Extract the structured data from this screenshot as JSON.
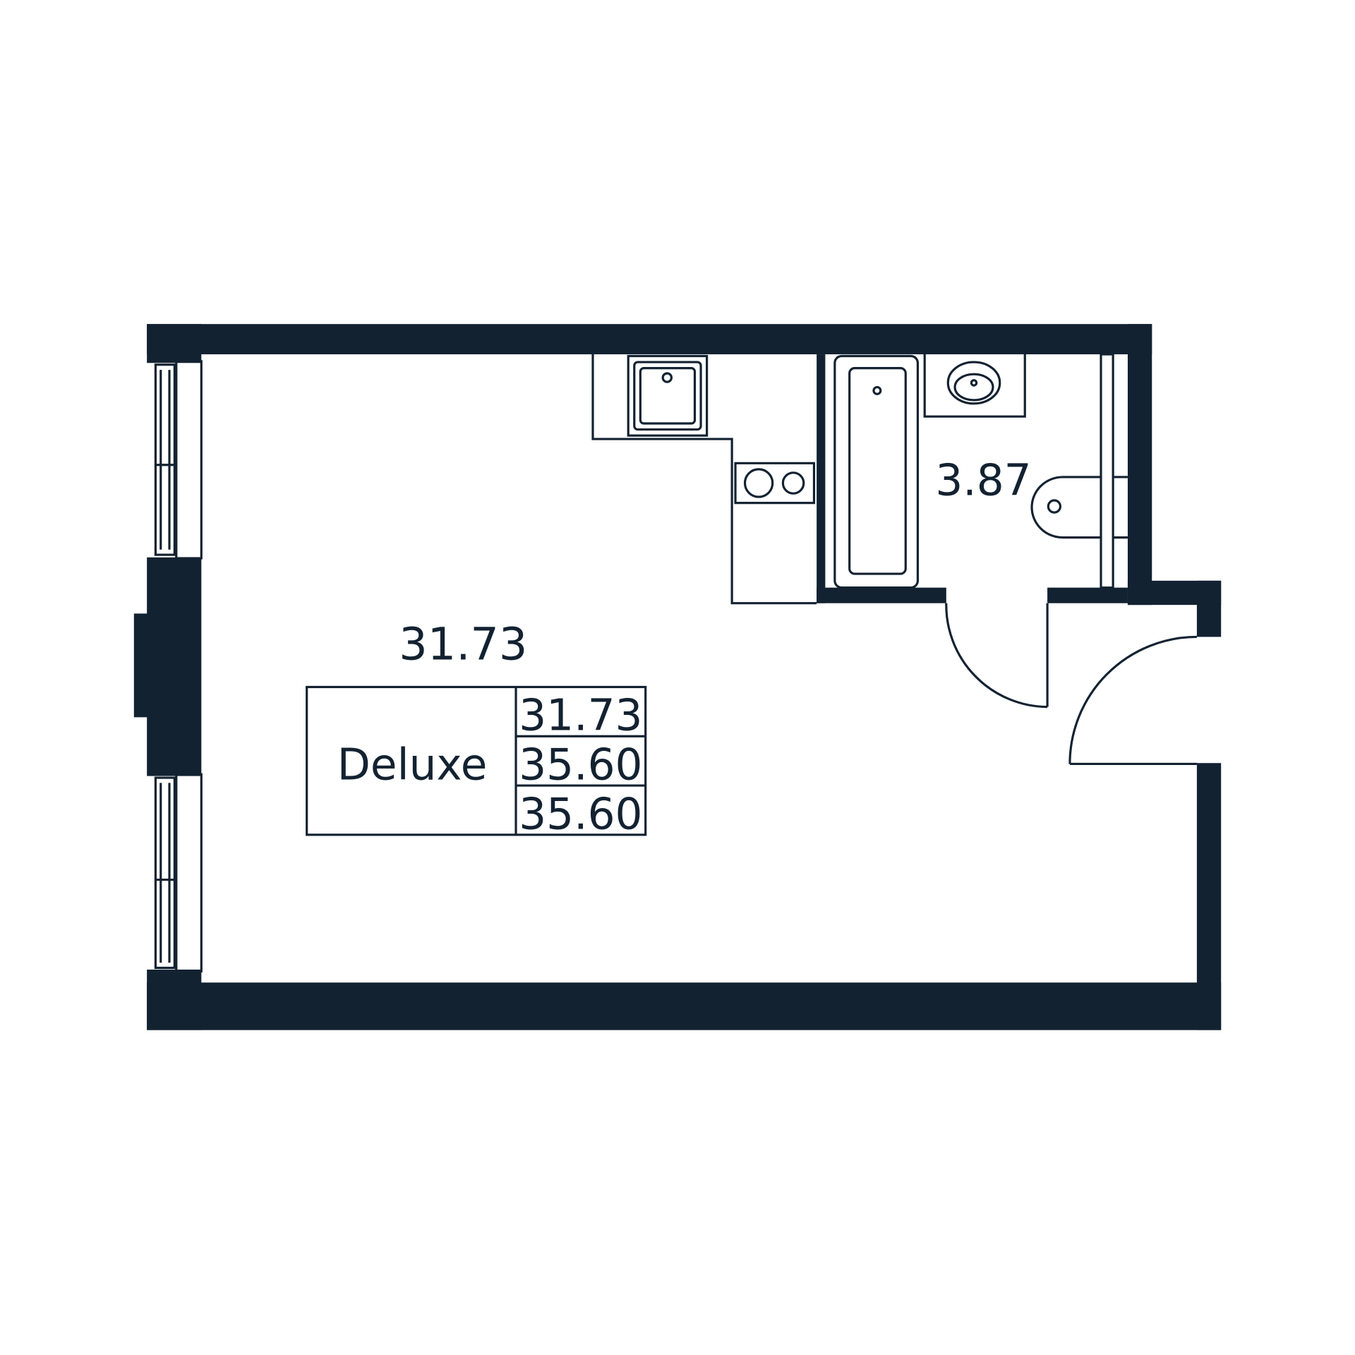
{
  "plan": {
    "main_room_area": "31.73",
    "bathroom_area": "3.87",
    "summary": {
      "type": "Deluxe",
      "living_area": "31.73",
      "total_area": "35.60",
      "total_area_with_balcony": "35.60"
    }
  },
  "colors": {
    "ink": "#132231",
    "background": "#ffffff"
  }
}
